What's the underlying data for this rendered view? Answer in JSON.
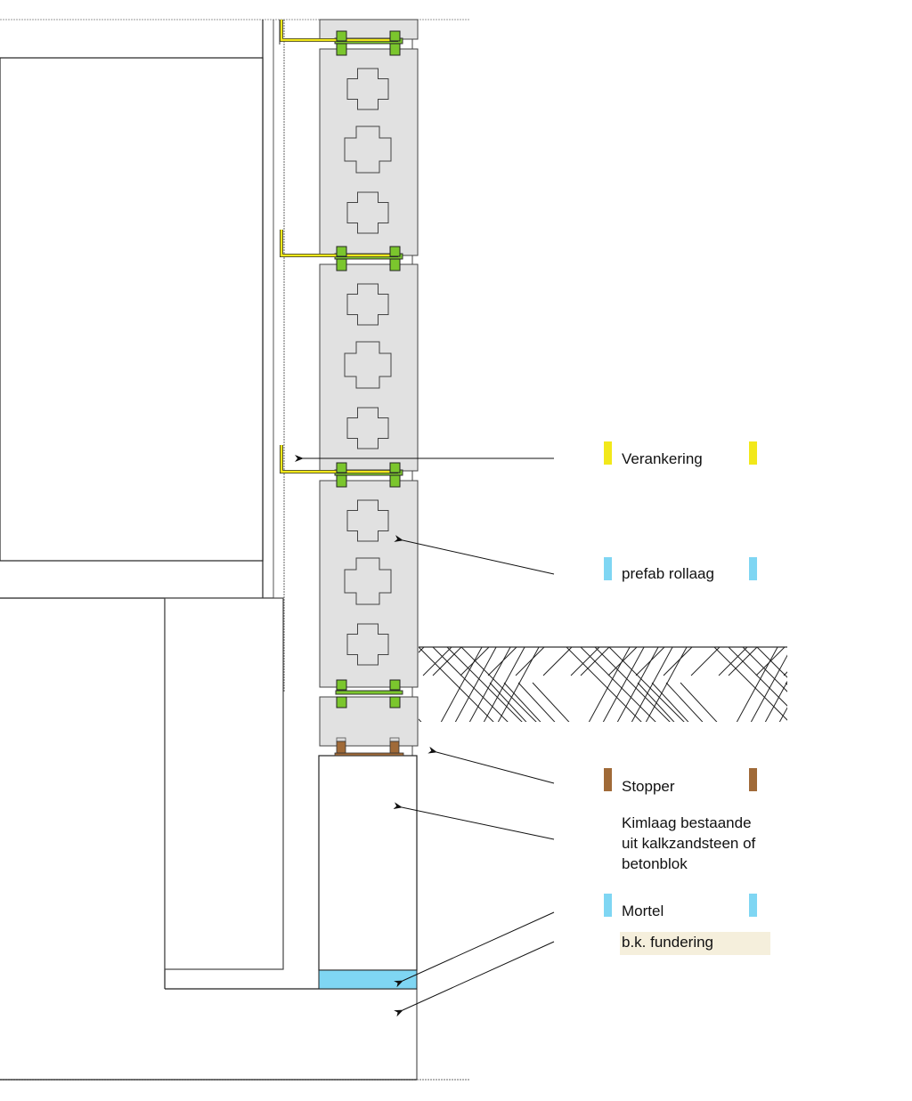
{
  "title": "Doorsnede prefab rollaag met verankering",
  "colors": {
    "anchor": "#f2e81a",
    "prefab": "#7fd6f3",
    "stopper": "#a06a38",
    "mortar": "#7fd6f3",
    "foundation": "#f5efdc",
    "block": "#e1e1e1",
    "clip": "#7bc62d",
    "line": "#333333"
  },
  "legend": [
    {
      "id": "verankering",
      "label": "Verankering",
      "color": "#f2e81a",
      "swatch": true
    },
    {
      "id": "prefab-rollaag",
      "label": "prefab rollaag",
      "color": "#7fd6f3",
      "swatch": true
    },
    {
      "id": "stopper",
      "label": "Stopper",
      "color": "#a06a38",
      "swatch": true
    },
    {
      "id": "kimlaag",
      "label_lines": [
        "Kimlaag bestaande",
        "uit kalkzandsteen of",
        "betonblok"
      ],
      "swatch": false
    },
    {
      "id": "mortel",
      "label": "Mortel",
      "color": "#7fd6f3",
      "swatch": true
    },
    {
      "id": "fundering",
      "label": "b.k. fundering",
      "color": "#f5efdc",
      "swatch": false
    }
  ],
  "components": {
    "prefab_blocks": 3,
    "crosses_per_block": 3,
    "anchors": 3,
    "stoppers": 2
  }
}
